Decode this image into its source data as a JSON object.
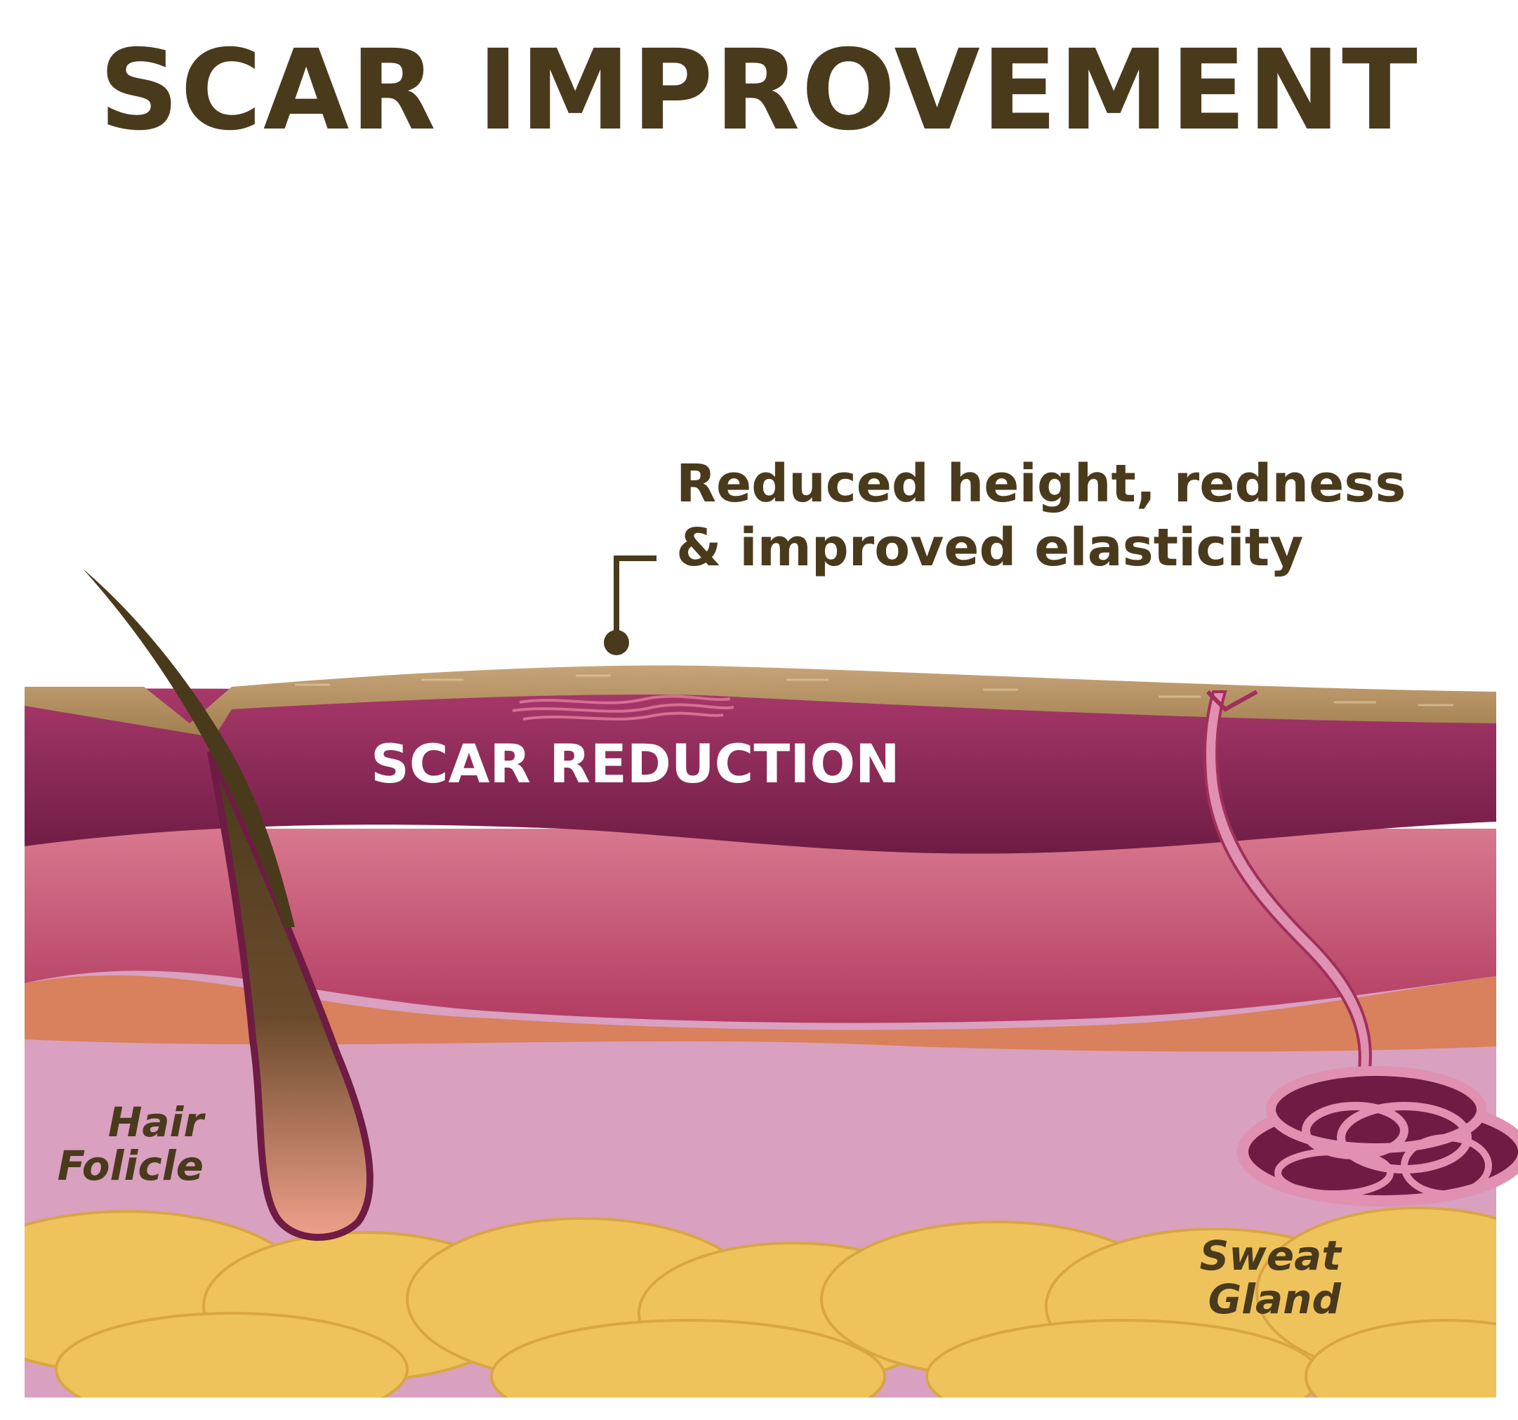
{
  "title": "SCAR IMPROVEMENT",
  "callout": {
    "line1": "Reduced height, redness",
    "line2": "& improved elasticity"
  },
  "layer_label": "SCAR REDUCTION",
  "labels": {
    "hair_follicle": {
      "line1": "Hair",
      "line2": "Folicle"
    },
    "sweat_gland": {
      "line1": "Sweat",
      "line2": "Gland"
    }
  },
  "colors": {
    "text_brown": "#4a3a1c",
    "epidermis": "#b39060",
    "scar_layer": "#8c2a5a",
    "dermis": "#c45478",
    "orange_band": "#d9805c",
    "hypodermis": "#d9a0c0",
    "fat": "#efc35c"
  }
}
